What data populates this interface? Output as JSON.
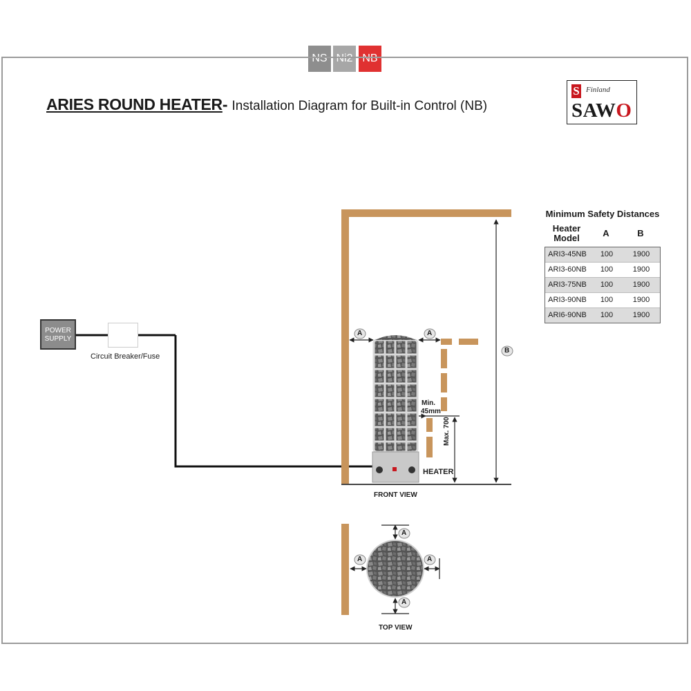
{
  "tabs": [
    {
      "label": "NS",
      "color": "#8e8e8e"
    },
    {
      "label": "Ni2",
      "color": "#a7a7a7"
    },
    {
      "label": "NB",
      "color": "#e03131"
    }
  ],
  "header": {
    "title": "ARIES ROUND HEATER",
    "dash": "-",
    "subtitle": "Installation Diagram for Built-in Control (NB)"
  },
  "logo": {
    "initial": "S",
    "tagline": "Finland",
    "brand_prefix": "SAW",
    "brand_suffix": "O",
    "accent": "#c8171e"
  },
  "wiring": {
    "power_supply": "POWER SUPPLY",
    "breaker": "Circuit Breaker/Fuse"
  },
  "front_view": {
    "caption": "FRONT VIEW",
    "heater_label": "HEATER",
    "min_gap_line1": "Min.",
    "min_gap_line2": "45mm",
    "max_height": "Max. 700",
    "marker_a": "A",
    "marker_b": "B"
  },
  "top_view": {
    "caption": "TOP VIEW",
    "marker_a": "A"
  },
  "safety_table": {
    "title": "Minimum Safety Distances",
    "headers": [
      "Heater Model",
      "A",
      "B"
    ],
    "rows": [
      [
        "ARI3-45NB",
        "100",
        "1900"
      ],
      [
        "ARI3-60NB",
        "100",
        "1900"
      ],
      [
        "ARI3-75NB",
        "100",
        "1900"
      ],
      [
        "ARI3-90NB",
        "100",
        "1900"
      ],
      [
        "ARI6-90NB",
        "100",
        "1900"
      ]
    ]
  },
  "colors": {
    "wood": "#c8955c",
    "stone": "#6b6b6b",
    "steel": "#c9c9c9"
  }
}
